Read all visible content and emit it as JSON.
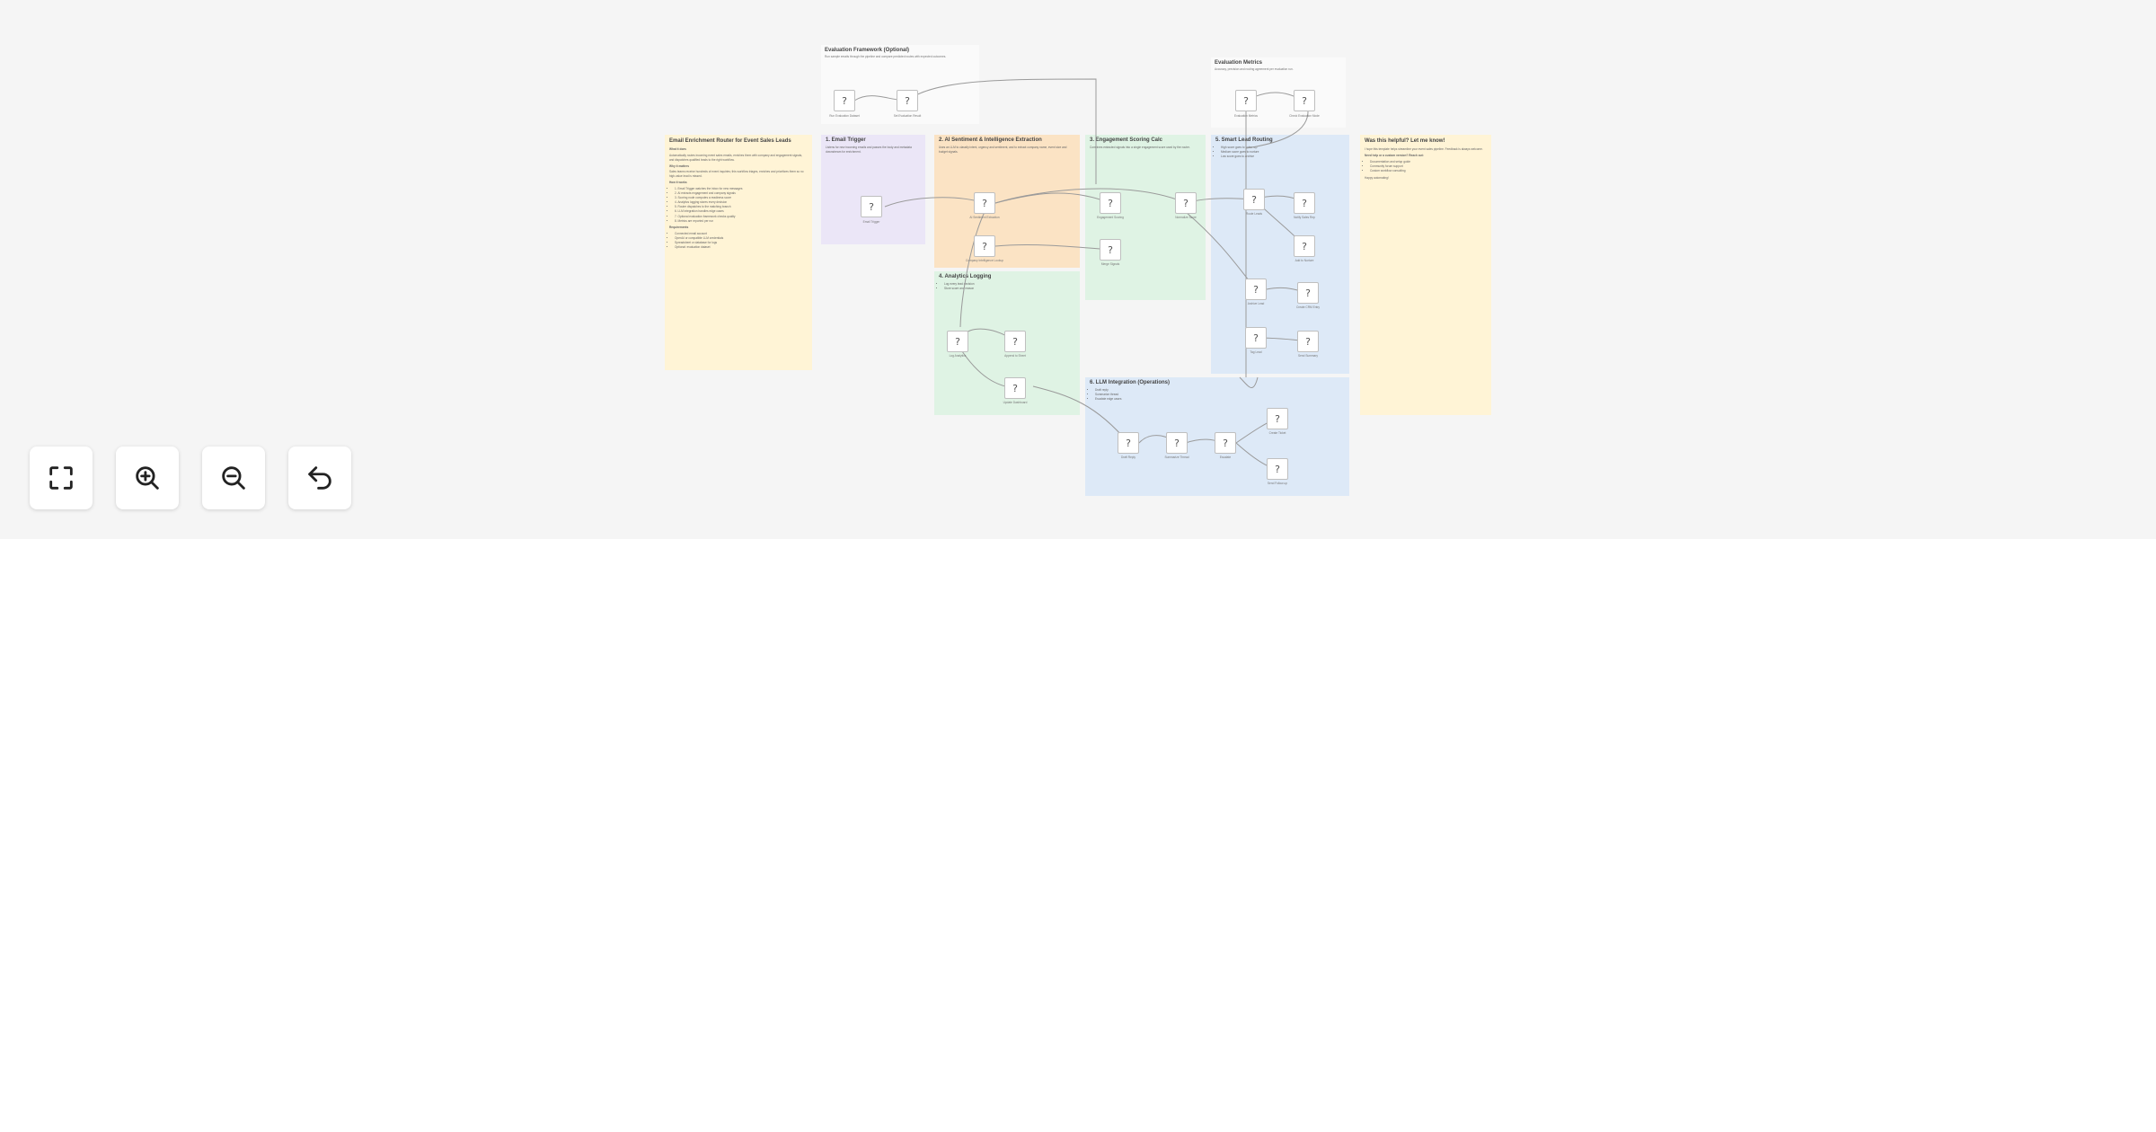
{
  "canvas": {
    "stickies": {
      "overview": {
        "title": "Email Enrichment Router for Event Sales Leads",
        "p1": "What it does",
        "p2": "Automatically routes incoming event sales emails, enriches them with company and engagement signals, and dispatches qualified leads to the right workflow.",
        "p3": "Why it matters",
        "p4": "Sales teams receive hundreds of event inquiries; this workflow triages, enriches and prioritizes them so no high-value lead is missed.",
        "p5": "How it works",
        "steps": [
          "1. Email Trigger watches the inbox for new messages",
          "2. AI extracts engagement and company signals",
          "3. Scoring node computes a readiness score",
          "4. Analytics logging stores every decision",
          "5. Router dispatches to the matching branch",
          "6. LLM integration handles edge cases",
          "7. Optional evaluation framework checks quality",
          "8. Metrics are reported per run"
        ],
        "p6": "Requirements",
        "reqs": [
          "Connected email account",
          "OpenAI or compatible LLM credentials",
          "Spreadsheet or database for logs",
          "Optional: evaluation dataset"
        ]
      },
      "help": {
        "title": "Was this helpful? Let me know!",
        "p1": "I hope this template helps streamline your event sales pipeline. Feedback is always welcome.",
        "p2": "Need help or a custom version? Reach out:",
        "items": [
          "Documentation and setup guide",
          "Community forum support",
          "Custom workflow consulting"
        ],
        "p3": "Happy automating!"
      }
    },
    "groups": {
      "trigger": {
        "title": "1. Email Trigger",
        "text": "Listens for new incoming emails and passes the body and metadata downstream for enrichment."
      },
      "ai": {
        "title": "2. AI Sentiment & Intelligence Extraction",
        "text": "Uses an LLM to classify intent, urgency and sentiment, and to extract company name, event size and budget signals."
      },
      "score": {
        "title": "3. Engagement Scoring Calc",
        "text": "Combines extracted signals into a single engagement score used by the router."
      },
      "router": {
        "title": "5. Smart Lead Routing",
        "items": [
          "High score goes to sales rep",
          "Medium score goes to nurture",
          "Low score goes to archive"
        ]
      },
      "analytics": {
        "title": "4. Analytics Logging",
        "items": [
          "Log every lead decision",
          "Store score and reason"
        ]
      },
      "llm": {
        "title": "6. LLM Integration (Operations)",
        "items": [
          "Draft reply",
          "Summarize thread",
          "Escalate edge cases"
        ]
      }
    },
    "cards": {
      "eval": {
        "title": "Evaluation Framework (Optional)",
        "text": "Run sample emails through the pipeline and compare predicted routes with expected outcomes."
      },
      "metrics": {
        "title": "Evaluation Metrics",
        "text": "Accuracy, precision and routing agreement per evaluation run."
      }
    },
    "nodes": [
      {
        "label": "Run Evaluation Dataset"
      },
      {
        "label": "Set Evaluation Result"
      },
      {
        "label": "Email Trigger"
      },
      {
        "label": "AI Sentiment Extraction"
      },
      {
        "label": "Company Intelligence Lookup"
      },
      {
        "label": "Engagement Scoring"
      },
      {
        "label": "Normalize Score"
      },
      {
        "label": "Merge Signals"
      },
      {
        "label": "Route Leads"
      },
      {
        "label": "Notify Sales Rep"
      },
      {
        "label": "Add to Nurture"
      },
      {
        "label": "Archive Lead"
      },
      {
        "label": "Create CRM Entry"
      },
      {
        "label": "Tag Lead"
      },
      {
        "label": "Send Summary"
      },
      {
        "label": "Evaluation Metrics"
      },
      {
        "label": "Check Evaluation Mode"
      },
      {
        "label": "Log Analytics"
      },
      {
        "label": "Append to Sheet"
      },
      {
        "label": "Update Dashboard"
      },
      {
        "label": "Draft Reply"
      },
      {
        "label": "Summarize Thread"
      },
      {
        "label": "Escalate"
      },
      {
        "label": "Create Ticket"
      },
      {
        "label": "Send Follow-up"
      }
    ],
    "node_glyph": "?"
  },
  "controls": {
    "fit_view": "fit-view-icon",
    "zoom_in": "zoom-in-icon",
    "zoom_out": "zoom-out-icon",
    "undo": "undo-icon"
  },
  "colors": {
    "canvas_bg": "#f5f5f5",
    "sticky_yellow": "#fff4d6",
    "sticky_purple": "#ebe6f7",
    "sticky_orange": "#fbe3c4",
    "sticky_green": "#dff3e4",
    "sticky_blue": "#dde9f7",
    "edge": "#9a9a9a"
  }
}
